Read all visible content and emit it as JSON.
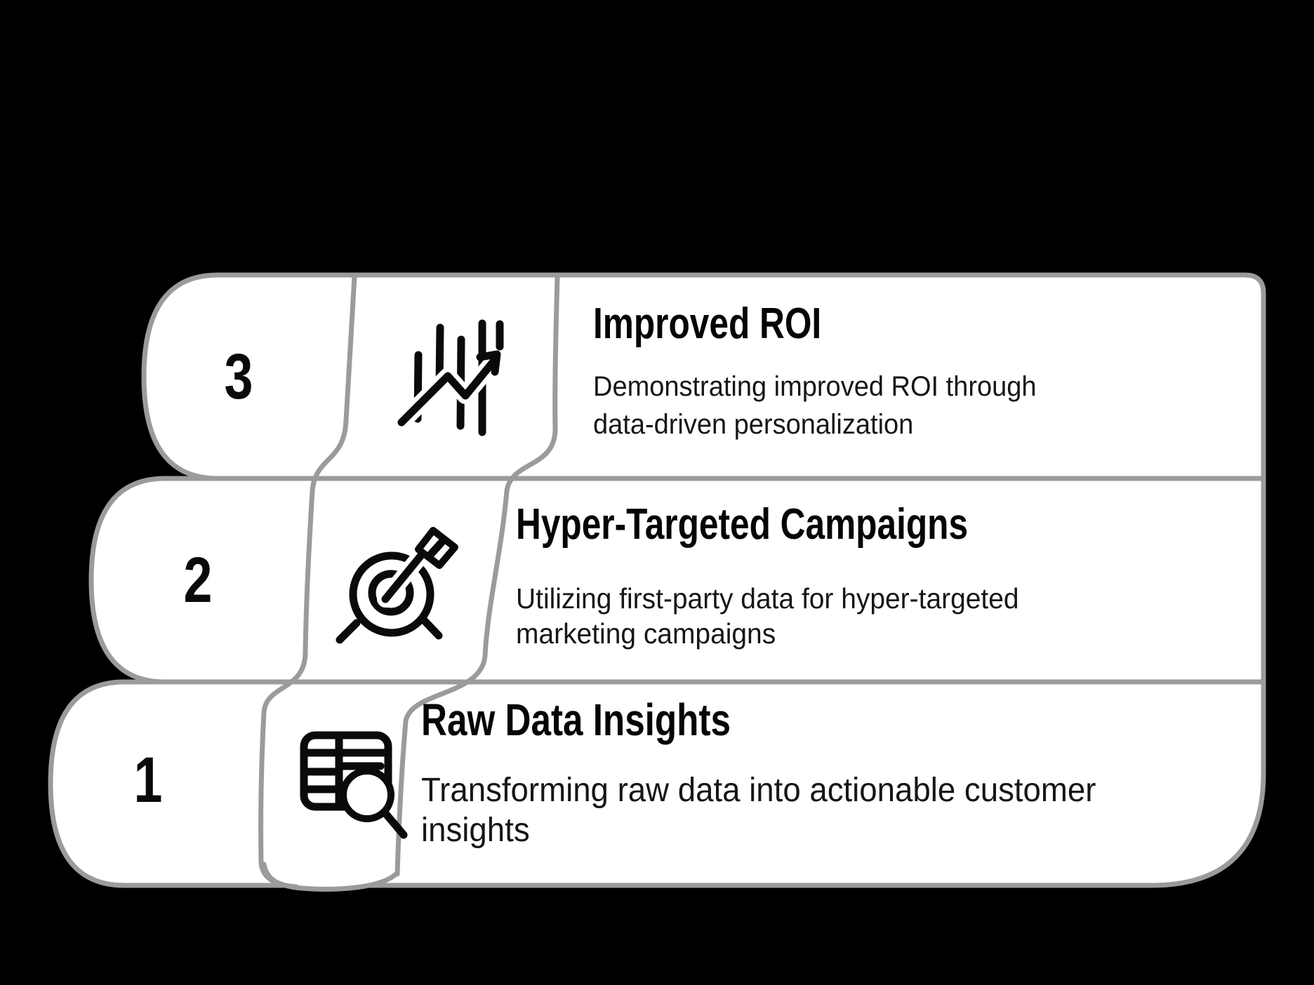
{
  "colors": {
    "background": "#000000",
    "panel_fill": "#ffffff",
    "panel_border": "#9b9b9b",
    "ink": "#0a0a0a"
  },
  "items": [
    {
      "number": "3",
      "icon": "chart-increase-icon",
      "title": "Improved ROI",
      "desc_lines": [
        "Demonstrating improved ROI through",
        "data-driven personalization"
      ]
    },
    {
      "number": "2",
      "icon": "target-arrow-icon",
      "title": "Hyper-Targeted Campaigns",
      "desc_lines": [
        "Utilizing first-party data for hyper-targeted",
        "marketing campaigns"
      ]
    },
    {
      "number": "1",
      "icon": "table-search-icon",
      "title": "Raw Data Insights",
      "desc_lines": [
        "Transforming raw data into actionable customer",
        "insights"
      ]
    }
  ]
}
